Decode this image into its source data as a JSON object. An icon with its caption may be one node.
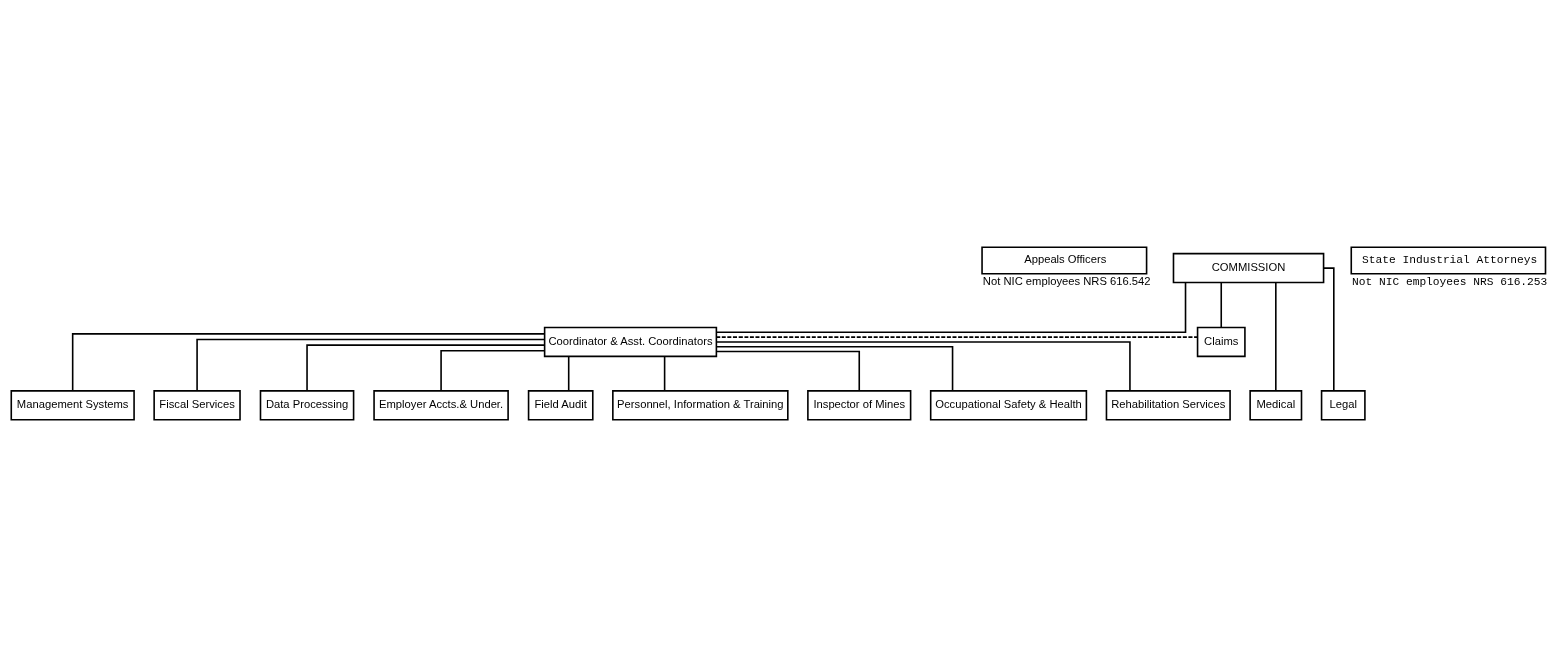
{
  "diagram": {
    "nodes": [
      {
        "text": [
          "Appeals Officers"
        ],
        "beside": [
          "Not NIC employees NRS 616.542"
        ]
      },
      {
        "text": [
          "COMMISSION"
        ]
      },
      {
        "text": [
          "State Industrial Attorneys"
        ],
        "beside": [
          "Not NIC employees NRS 616.253"
        ]
      },
      {
        "text": [
          "Coordinator & Asst. Coordinators"
        ]
      },
      {
        "text": [
          "Claims"
        ]
      },
      {
        "text": [
          "Medical"
        ]
      },
      {
        "text": [
          "Legal"
        ]
      },
      {
        "text": [
          "Management Systems"
        ]
      },
      {
        "text": [
          "Fiscal Services"
        ]
      },
      {
        "text": [
          "Data Processing"
        ]
      },
      {
        "text": [
          "Employer Accts.& Under."
        ]
      },
      {
        "text": [
          "Field Audit"
        ]
      },
      {
        "text": [
          "Personnel, Information & Training"
        ]
      },
      {
        "text": [
          "Inspector of Mines"
        ]
      },
      {
        "text": [
          "Occupational Safety & Health"
        ]
      },
      {
        "text": [
          "Rehabilitation Services"
        ]
      }
    ],
    "edges": [
      {
        "from": 1,
        "to": 3,
        "arrow": "none"
      },
      {
        "from": 1,
        "to": 4,
        "arrow": "none"
      },
      {
        "from": 1,
        "to": 5,
        "arrow": "none"
      },
      {
        "from": 1,
        "to": 6,
        "arrow": "none"
      },
      {
        "from": 3,
        "to": 4,
        "arrow": "none",
        "style": "dashed"
      },
      {
        "from": 3,
        "to": 7,
        "arrow": "none"
      },
      {
        "from": 3,
        "to": 8,
        "arrow": "none"
      },
      {
        "from": 3,
        "to": 9,
        "arrow": "none"
      },
      {
        "from": 3,
        "to": 10,
        "arrow": "none"
      },
      {
        "from": 3,
        "to": 11,
        "arrow": "none"
      },
      {
        "from": 3,
        "to": 12,
        "arrow": "none"
      },
      {
        "from": 3,
        "to": 13,
        "arrow": "none"
      },
      {
        "from": 3,
        "to": 14,
        "arrow": "none"
      },
      {
        "from": 3,
        "to": 15,
        "arrow": "none"
      }
    ]
  }
}
